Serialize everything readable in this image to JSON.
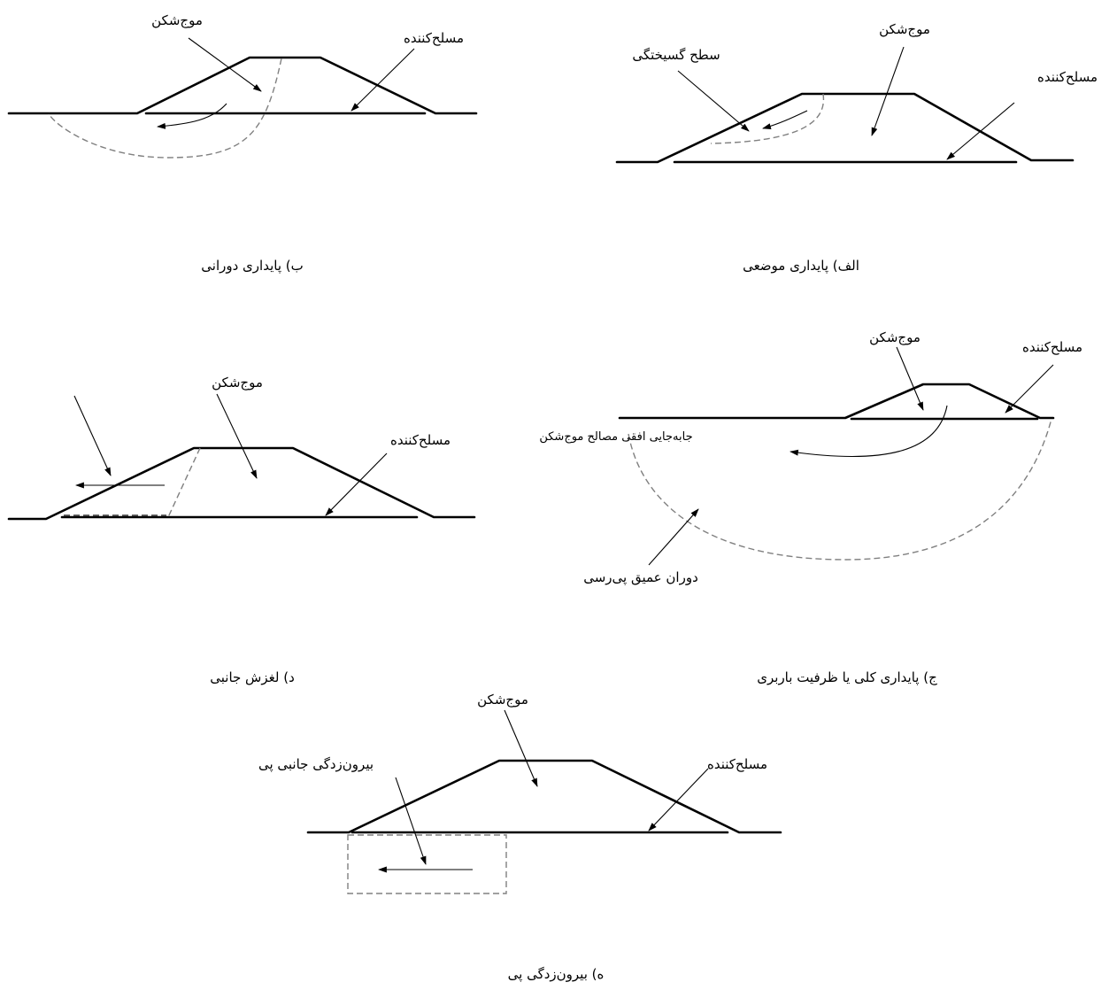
{
  "labels": {
    "breakwater": "موج‌شکن",
    "armor": "مسلح‌کننده",
    "failure_surface": "سطح گسیختگی",
    "horizontal_displacement": "جابه‌جایی افقی مصالح موج‌شکن",
    "deep_rotation": "دوران عمیق پی‌رسی",
    "toe_bulging": "بیرون‌زدگی جانبی پی"
  },
  "captions": {
    "a": "الف) پایداری موضعی",
    "b": "ب) پایداری دورانی",
    "c": "ج) پایداری کلی یا ظرفیت باربری",
    "d": "د) لغزش جانبی",
    "e": "ه) بیرون‌زدگی پی"
  }
}
